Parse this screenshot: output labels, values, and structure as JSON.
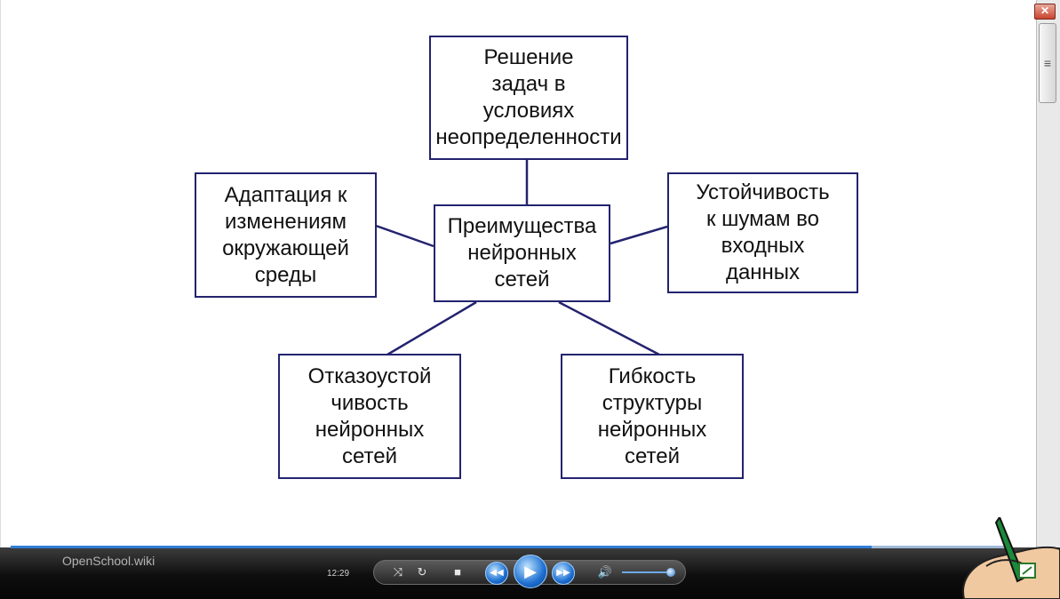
{
  "diagram": {
    "center": "Преимущества\nнейронных\nсетей",
    "top": "Решение\nзадач в\nусловиях\nнеопределенности",
    "left": "Адаптация к\nизменениям\nокружающей\nсреды",
    "right": "Устойчивость\nк шумам во\nвходных\nданных",
    "bottom_left": "Отказоустой\nчивость\nнейронных\nсетей",
    "bottom_right": "Гибкость\nструктуры\nнейронных\nсетей"
  },
  "player": {
    "brand": "OpenSchool.wiki",
    "time": "12:29",
    "progress": 0.865,
    "volume": 0.95
  },
  "colors": {
    "box_border": "#23236f",
    "progress": "#2f7fd6",
    "player_bg": "#0e0e0e"
  },
  "icons": {
    "close": "close-icon",
    "scroll": "scroll-grip-icon",
    "shuffle": "shuffle-icon",
    "repeat": "repeat-icon",
    "stop": "stop-icon",
    "previous": "previous-icon",
    "play": "play-icon",
    "next": "next-icon",
    "volume": "volume-icon",
    "hand": "pen-hand-icon"
  }
}
